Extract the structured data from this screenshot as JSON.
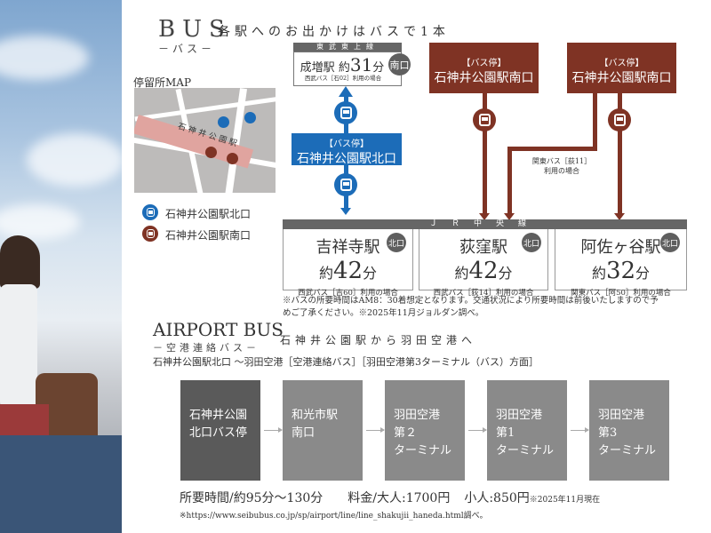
{
  "bus": {
    "title": "BUS",
    "subtitle": "－バス－",
    "tagline": "各駅へのお出かけはバスで1本"
  },
  "map": {
    "title": "停留所MAP",
    "station_label": "石神井公園駅",
    "legend": [
      {
        "label": "石神井公園駅北口",
        "color": "#1c6cb8"
      },
      {
        "label": "石神井公園駅南口",
        "color": "#7f3324"
      }
    ]
  },
  "narimasu": {
    "line": "東武東上線",
    "station": "成増駅",
    "time_prefix": "約",
    "time": "31",
    "unit": "分",
    "exit": "南口",
    "note": "西武バス［石02］利用の場合"
  },
  "stops": {
    "north": {
      "label": "【バス停】",
      "name": "石神井公園駅北口"
    },
    "south1": {
      "label": "【バス停】",
      "name": "石神井公園駅南口"
    },
    "south2": {
      "label": "【バス停】",
      "name": "石神井公園駅南口"
    }
  },
  "branch_note": {
    "line1": "関東バス［荻11］",
    "line2": "利用の場合"
  },
  "jr": {
    "line": "ＪＲ中央線",
    "stations": [
      {
        "name": "吉祥寺駅",
        "exit": "北口",
        "prefix": "約",
        "time": "42",
        "unit": "分",
        "note": "西武バス［吉60］利用の場合"
      },
      {
        "name": "荻窪駅",
        "exit": "北口",
        "prefix": "約",
        "time": "42",
        "unit": "分",
        "note": "西武バス［荻14］利用の場合"
      },
      {
        "name": "阿佐ヶ谷駅",
        "exit": "北口",
        "prefix": "約",
        "time": "32",
        "unit": "分",
        "note": "関東バス［阿50］利用の場合"
      }
    ]
  },
  "bus_note": {
    "line1": "※バスの所要時間はAM8：30着想定となります。交通状況により所要時間は前後いたしますので予",
    "line2": "めご了承ください。※2025年11月ジョルダン調べ。"
  },
  "airport": {
    "title": "AIRPORT BUS",
    "subtitle": "－空港連絡バス－",
    "tagline": "石神井公園駅から羽田空港へ",
    "route": "石神井公園駅北口 ～羽田空港［空港連絡バス］［羽田空港第3ターミナル（バス）方面］",
    "stops": [
      [
        "石神井公園",
        "北口バス停"
      ],
      [
        "和光市駅",
        "南口"
      ],
      [
        "羽田空港",
        "第２",
        "ターミナル"
      ],
      [
        "羽田空港",
        "第1",
        "ターミナル"
      ],
      [
        "羽田空港",
        "第3",
        "ターミナル"
      ]
    ],
    "duration": "所要時間/約95分～130分",
    "fare_adult": "料金/大人:1700円",
    "fare_child": "小人:850円",
    "as_of": "※2025年11月現在",
    "source": "※https://www.seibubus.co.jp/sp/airport/line/line_shakujii_haneda.html調べ。"
  }
}
